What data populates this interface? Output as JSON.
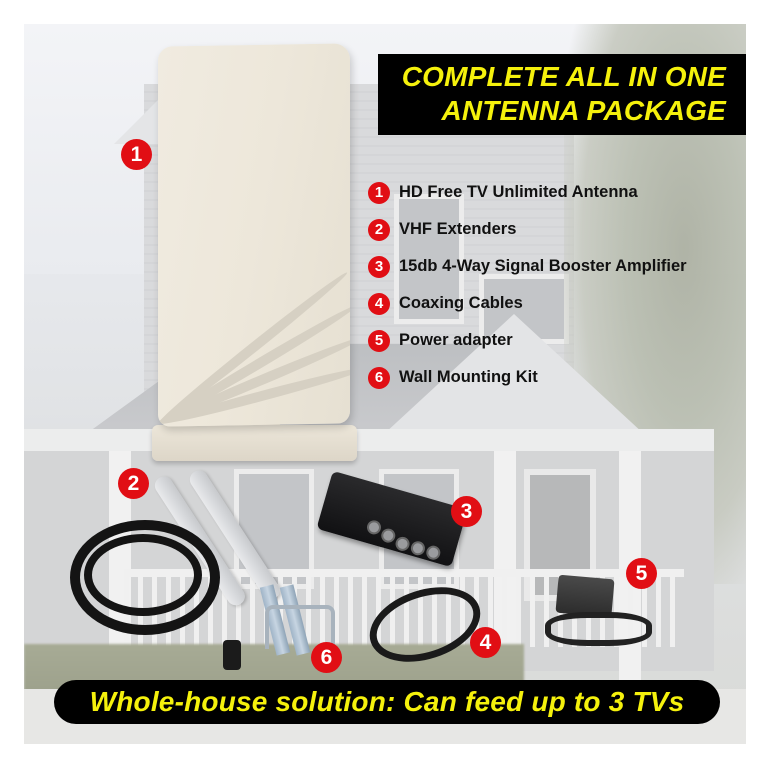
{
  "header": {
    "title_line1": "COMPLETE ALL IN ONE",
    "title_line2": "ANTENNA PACKAGE"
  },
  "features": [
    {
      "number": "1",
      "label": "HD Free TV Unlimited Antenna"
    },
    {
      "number": "2",
      "label": "VHF Extenders"
    },
    {
      "number": "3",
      "label": "15db 4-Way Signal Booster Amplifier"
    },
    {
      "number": "4",
      "label": "Coaxing Cables"
    },
    {
      "number": "5",
      "label": "Power adapter"
    },
    {
      "number": "6",
      "label": "Wall Mounting Kit"
    }
  ],
  "callouts": {
    "antenna": "1",
    "extenders": "2",
    "amplifier": "3",
    "cables": "4",
    "adapter": "5",
    "mount_kit": "6"
  },
  "banner": {
    "text": "Whole-house solution: Can feed up to 3 TVs"
  },
  "colors": {
    "accent_red": "#e10e14",
    "title_yellow": "#f5f10c",
    "box_black": "#000000"
  }
}
